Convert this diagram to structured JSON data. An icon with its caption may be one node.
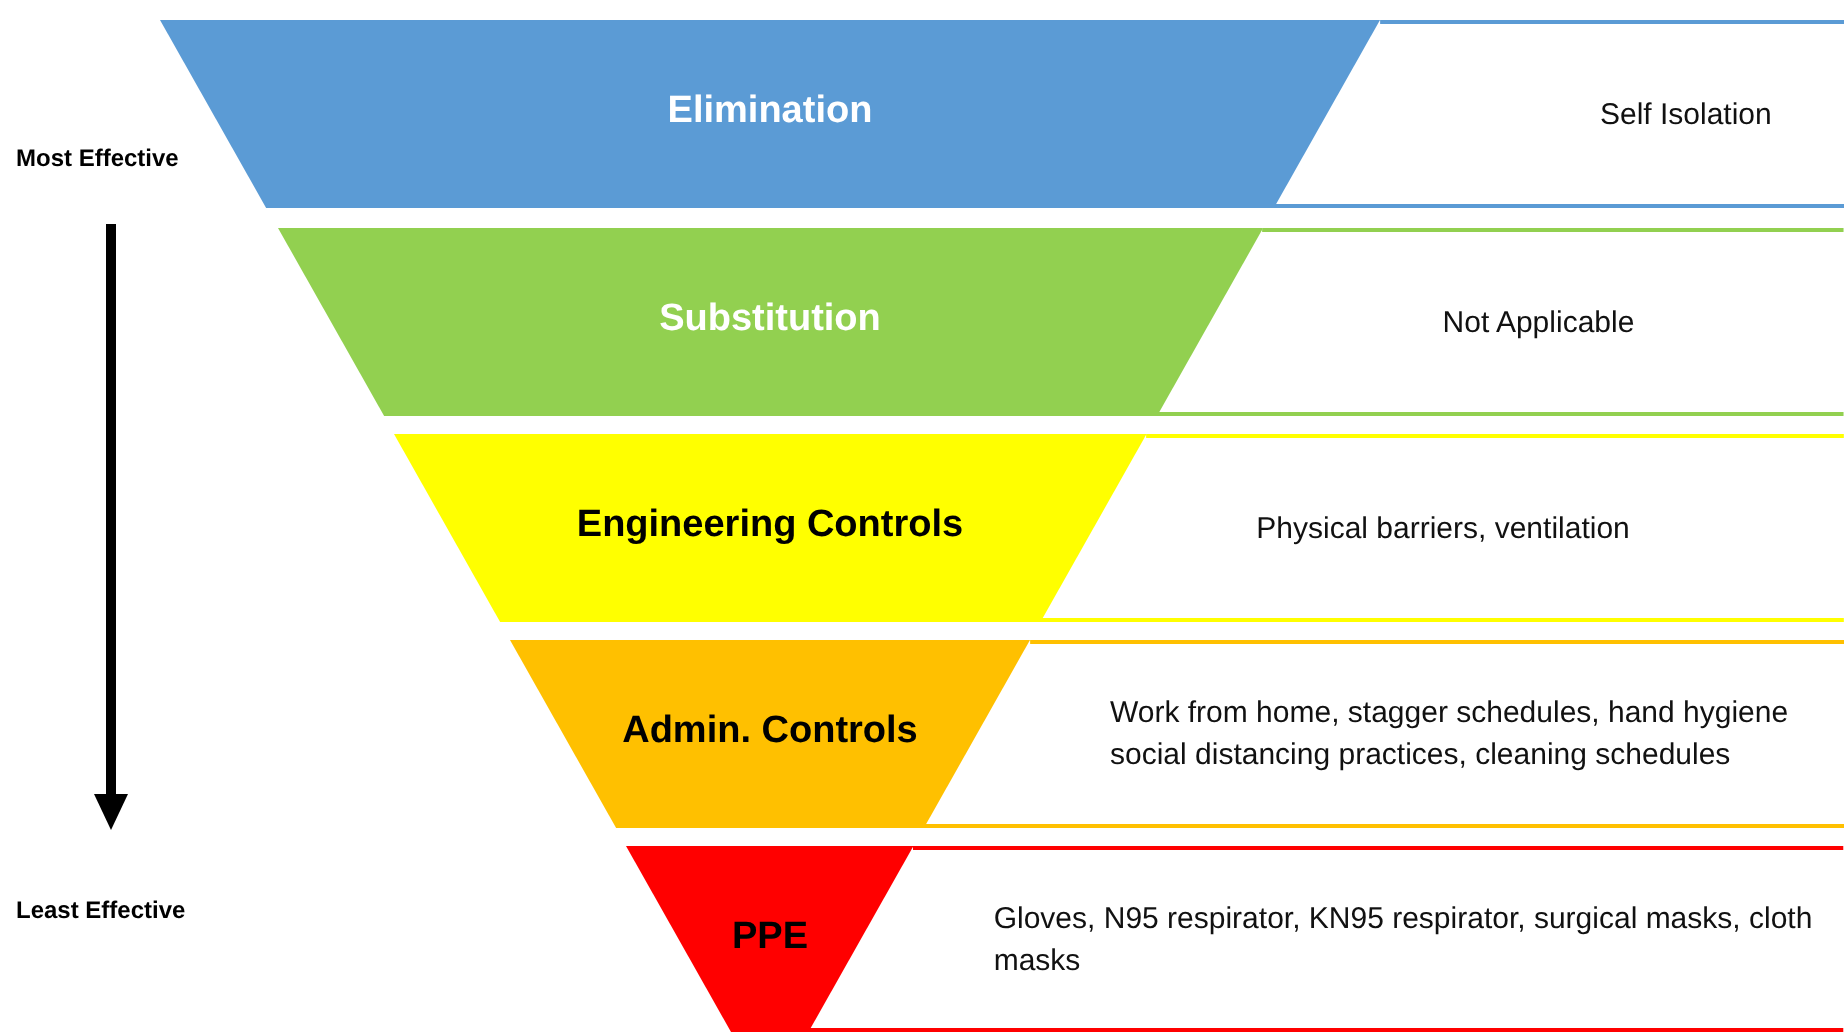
{
  "diagram": {
    "nodes": [
      {
        "text": [
          "Elimination"
        ]
      },
      {
        "text": [
          "Self Isolation"
        ]
      },
      {
        "text": [
          "Substitution"
        ]
      },
      {
        "text": [
          "Not Applicable"
        ]
      },
      {
        "text": [
          "Engineering Controls"
        ]
      },
      {
        "text": [
          "Physical barriers, ventilation"
        ]
      },
      {
        "text": [
          "Admin. Controls"
        ]
      },
      {
        "text": [
          "Work from home, stagger schedules, hand hygiene social distancing practices, cleaning schedules"
        ]
      },
      {
        "text": [
          "PPE"
        ]
      },
      {
        "text": [
          "Gloves, N95 respirator, KN95 respirator, surgical masks, cloth masks"
        ]
      }
    ],
    "edges": [],
    "labels": [
      "Most Effective",
      "Least Effective"
    ]
  }
}
